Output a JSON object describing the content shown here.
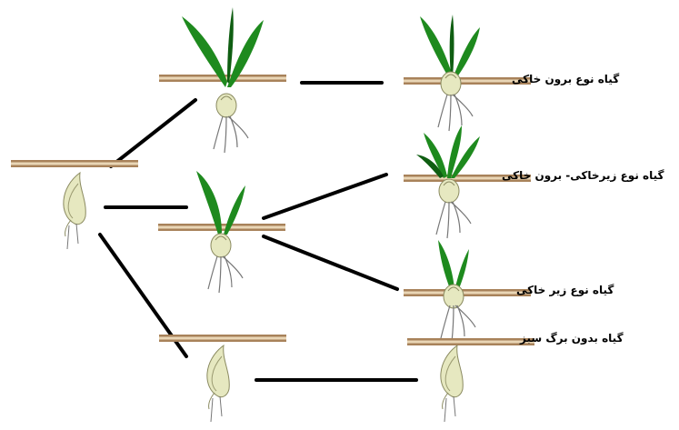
{
  "labels": {
    "above_ground": "گیاه نوع برون خاکی",
    "below_above_ground": "گیاه نوع زیرخاکی- برون خاکی",
    "below_ground": "گیاه نوع زیر خاکی",
    "leafless": "گیاه بدون برگ سبز"
  },
  "colors": {
    "leaf": "#1e8a1e",
    "leaf_dark": "#0f5e12",
    "soil_brown": "#a8825a",
    "soil_light": "#e9d6b6",
    "connector": "#000000",
    "bulb": "#e6e8c0",
    "root": "#777777"
  }
}
